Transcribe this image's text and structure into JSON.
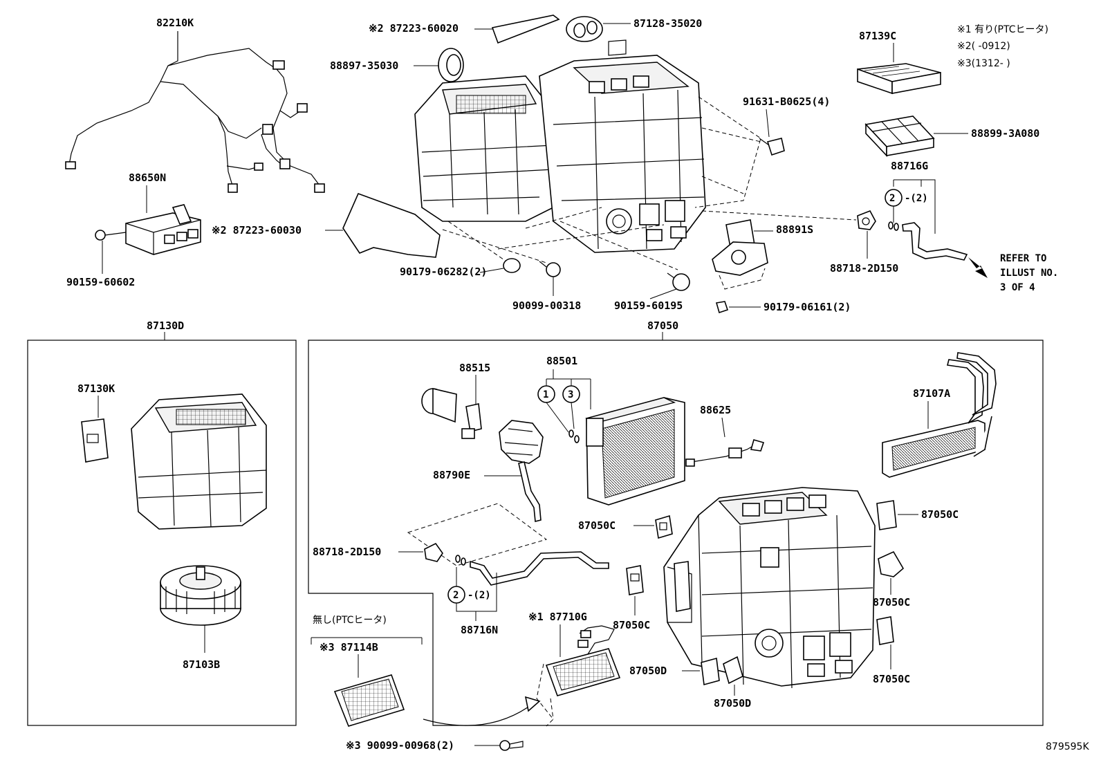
{
  "notes": {
    "n1": "※1 有り(PTCヒータ)",
    "n2": "※2(    -0912)",
    "n3": "※3(1312-      )"
  },
  "refer": {
    "line1": "REFER TO",
    "line2": "ILLUST NO.",
    "line3": "3 OF 4"
  },
  "drawing_id": "879595K",
  "groups": {
    "left_box": "87130D",
    "right_box": "87050"
  },
  "ptc_absent": "無し(PTCヒータ)",
  "circles": {
    "c1": "1",
    "c2": "2",
    "c3": "3"
  },
  "labels": {
    "p82210K": "82210K",
    "p88650N": "88650N",
    "p90159_60602": "90159-60602",
    "p87223_60020": "※2 87223-60020",
    "p87128_35020": "87128-35020",
    "p88897_35030": "88897-35030",
    "p87223_60030": "※2 87223-60030",
    "p90179_06282": "90179-06282(2)",
    "p90099_00318": "90099-00318",
    "p90159_60195": "90159-60195",
    "p91631_B0625": "91631-B0625(4)",
    "p87139C": "87139C",
    "p88899_3A080": "88899-3A080",
    "p88716G": "88716G",
    "p88716G_sub": "-(2)",
    "p88891S": "88891S",
    "p88718_2D150_top": "88718-2D150",
    "p90179_06161": "90179-06161(2)",
    "p87130K": "87130K",
    "p87103B": "87103B",
    "p88515": "88515",
    "p88501": "88501",
    "p88625": "88625",
    "p87107A": "87107A",
    "p88790E": "88790E",
    "p87050C_a": "87050C",
    "p87050C_b": "87050C",
    "p87050C_c": "87050C",
    "p87050C_d": "87050C",
    "p87050C_e": "87050C",
    "p88718_2D150_low": "88718-2D150",
    "p88716N": "88716N",
    "p88716N_sub": "-(2)",
    "p87710G": "※1 87710G",
    "p87114B": "※3 87114B",
    "p87050D_a": "87050D",
    "p87050D_b": "87050D",
    "p90099_00968": "※3 90099-00968(2)"
  }
}
